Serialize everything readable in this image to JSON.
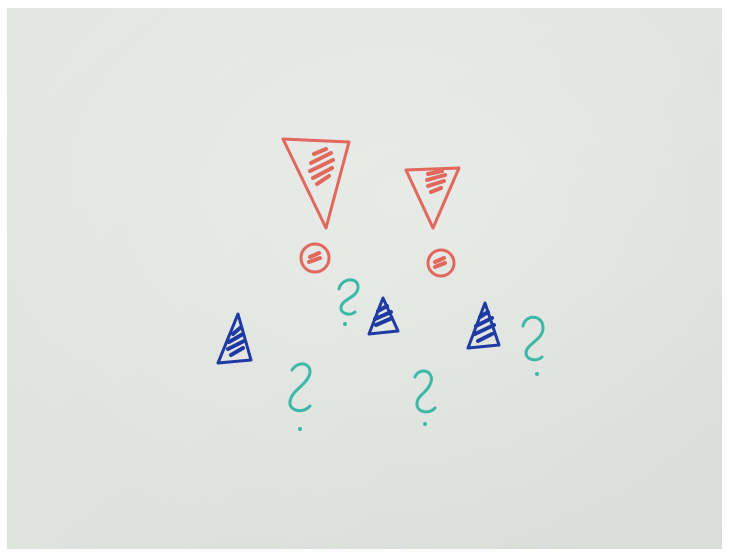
{
  "image": {
    "subject": "whiteboard-marker-drawing",
    "board_color": "#dfe3df",
    "marker_colors": {
      "red": "#e2675c",
      "blue": "#1f3aa3",
      "teal": "#3cb8a6"
    },
    "shapes": [
      {
        "name": "red-exclamation-mark-left",
        "color": "red"
      },
      {
        "name": "red-exclamation-mark-right",
        "color": "red"
      },
      {
        "name": "blue-warning-triangle-left",
        "color": "blue"
      },
      {
        "name": "blue-warning-triangle-center",
        "color": "blue"
      },
      {
        "name": "blue-warning-triangle-right",
        "color": "blue"
      },
      {
        "name": "teal-question-mark-center-top",
        "color": "teal"
      },
      {
        "name": "teal-question-mark-right",
        "color": "teal"
      },
      {
        "name": "teal-question-mark-bottom-left",
        "color": "teal"
      },
      {
        "name": "teal-question-mark-bottom-center",
        "color": "teal"
      }
    ]
  }
}
